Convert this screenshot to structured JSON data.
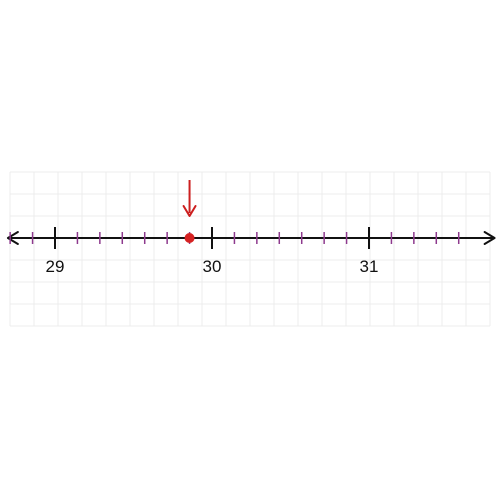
{
  "number_line": {
    "major_ticks": [
      {
        "value": 29,
        "label": "29"
      },
      {
        "value": 30,
        "label": "30"
      },
      {
        "value": 31,
        "label": "31"
      }
    ],
    "minor_divisions_per_unit": 7,
    "axis_range": [
      28.7,
      31.8
    ],
    "point_value": 29.857,
    "colors": {
      "axis": "#111111",
      "minor_tick": "#8e3a8e",
      "point": "#d62222",
      "arrow": "#cc1f1f",
      "grid": "#ececec"
    }
  }
}
